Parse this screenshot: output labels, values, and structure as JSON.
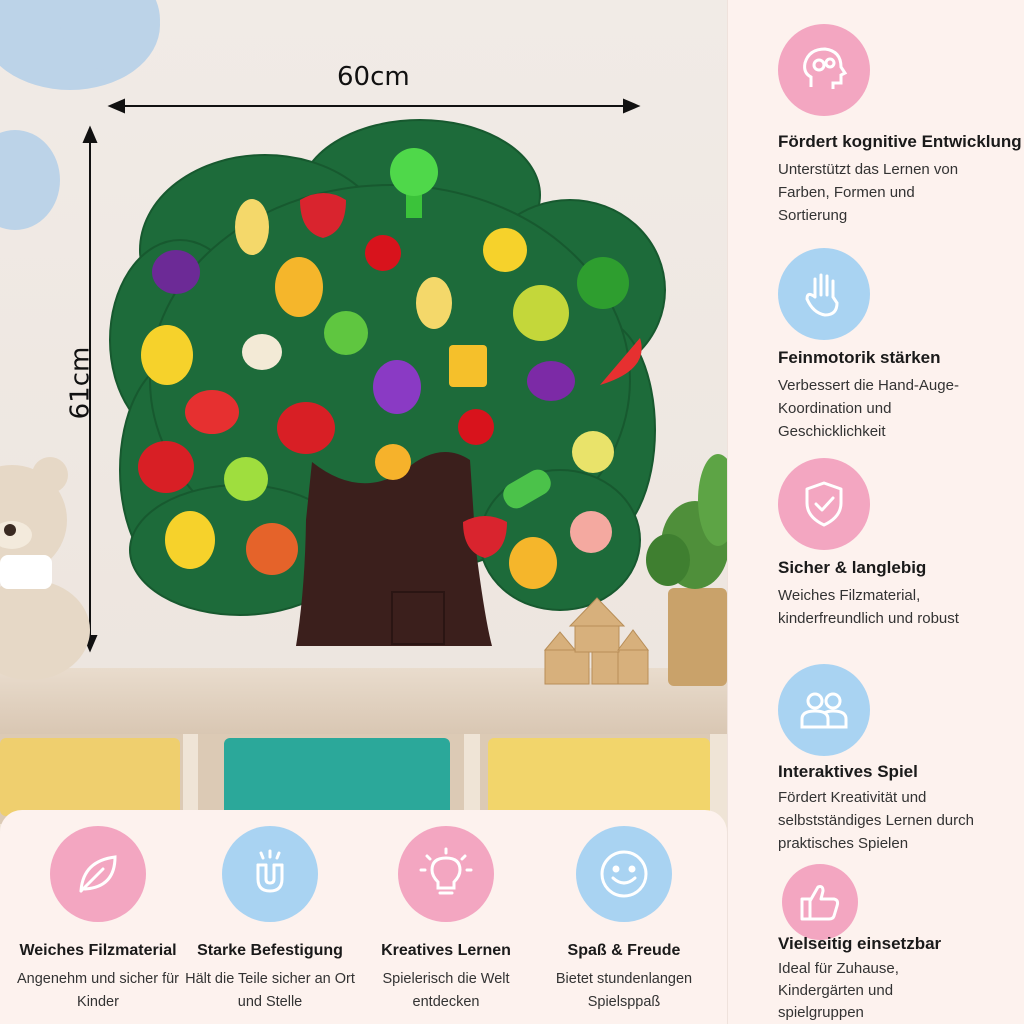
{
  "dimensions": {
    "width_label": "60cm",
    "height_label": "61cm"
  },
  "colors": {
    "pink": "#f3a6c1",
    "blue": "#a9d3f2",
    "felt_green": "#1d6b3a",
    "trunk": "#3b1f1c"
  },
  "features_right": [
    {
      "icon": "head-gears-icon",
      "color": "pink",
      "title": "Fördert kognitive Entwicklung",
      "desc": "Unterstützt das Lernen von Farben, Formen und Sortierung"
    },
    {
      "icon": "hand-icon",
      "color": "blue",
      "title": "Feinmotorik stärken",
      "desc": "Verbessert die Hand-Auge-Koordination und Geschicklichkeit"
    },
    {
      "icon": "shield-check-icon",
      "color": "pink",
      "title": "Sicher & langlebig",
      "desc": "Weiches Filzmaterial, kinderfreundlich und robust"
    },
    {
      "icon": "people-icon",
      "color": "blue",
      "title": "Interaktives Spiel",
      "desc": "Fördert Kreativität und selbstständiges Lernen durch praktisches Spielen"
    },
    {
      "icon": "thumbs-up-icon",
      "color": "pink",
      "title": "Vielseitig einsetzbar",
      "desc": "Ideal für Zuhause, Kindergärten und spielgruppen"
    }
  ],
  "features_bottom": [
    {
      "icon": "leaf-icon",
      "color": "pink",
      "title": "Weiches Filzmaterial",
      "desc": "Angenehm und sicher für Kinder"
    },
    {
      "icon": "magnet-icon",
      "color": "blue",
      "title": "Starke Befestigung",
      "desc": "Hält die Teile sicher an Ort und Stelle"
    },
    {
      "icon": "lightbulb-icon",
      "color": "pink",
      "title": "Kreatives Lernen",
      "desc": "Spielerisch die Welt entdecken"
    },
    {
      "icon": "smiley-icon",
      "color": "blue",
      "title": "Spaß & Freude",
      "desc": "Bietet stundenlangen Spielsppaß"
    }
  ]
}
